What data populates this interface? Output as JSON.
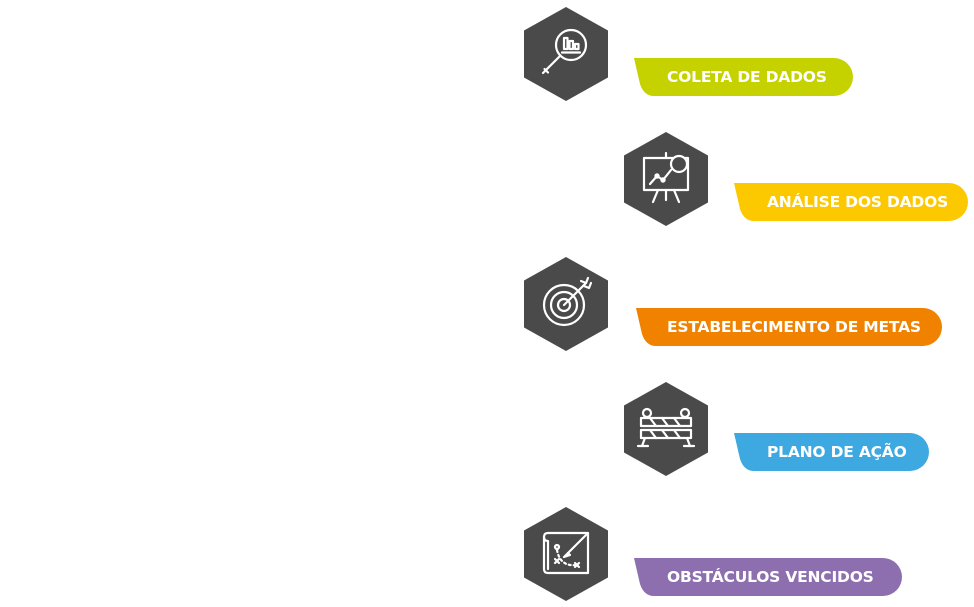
{
  "colors": {
    "hexagon": "#4a4a4a",
    "icon_stroke": "#ffffff",
    "text": "#ffffff"
  },
  "steps": [
    {
      "label": "COLETA DE DADOS",
      "color": "#c5d200",
      "icon": "magnifier-bar-chart-icon"
    },
    {
      "label": "ANÁLISE DOS DADOS",
      "color": "#fcc800",
      "icon": "presentation-board-icon"
    },
    {
      "label": "ESTABELECIMENTO DE METAS",
      "color": "#f08200",
      "icon": "target-arrow-icon"
    },
    {
      "label": "PLANO DE AÇÃO",
      "color": "#3da9e0",
      "icon": "road-barrier-icon"
    },
    {
      "label": "OBSTÁCULOS VENCIDOS",
      "color": "#8d6fb0",
      "icon": "strategy-plan-icon"
    }
  ]
}
